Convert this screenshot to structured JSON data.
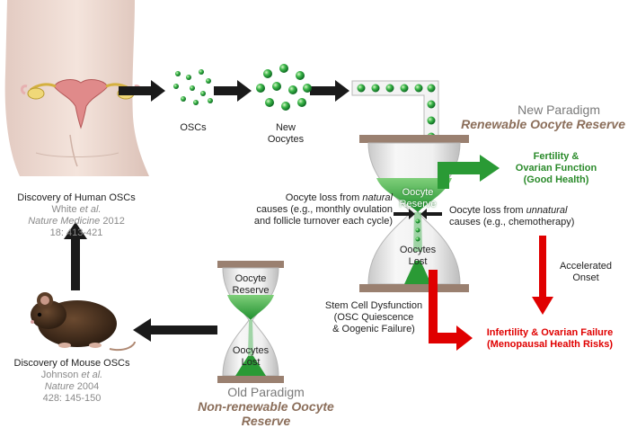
{
  "human": {
    "caption": "Discovery of Human OSCs",
    "authors_a": "White ",
    "authors_b": "et al.",
    "journal": "Nature Medicine",
    "year": " 2012",
    "ref": "18: 413-421"
  },
  "mouse": {
    "caption": "Discovery of Mouse OSCs",
    "authors_a": "Johnson ",
    "authors_b": "et al.",
    "journal": "Nature",
    "year": " 2004",
    "ref": "428: 145-150"
  },
  "flow": {
    "oscs": "OSCs",
    "new": "New",
    "oocytes": "Oocytes"
  },
  "new_paradigm": {
    "title": "New Paradigm",
    "subtitle": "Renewable Oocyte Reserve",
    "reserve_1": "Oocyte",
    "reserve_2": "Reserve",
    "lost_1": "Oocytes",
    "lost_2": "Lost"
  },
  "old_paradigm": {
    "title": "Old Paradigm",
    "subtitle": "Non-renewable Oocyte Reserve",
    "reserve_1": "Oocyte",
    "reserve_2": "Reserve",
    "lost_1": "Oocytes",
    "lost_2": "Lost"
  },
  "fertility": {
    "line1": "Fertility &",
    "line2": "Ovarian Function",
    "line3": "(Good Health)"
  },
  "natural_loss": {
    "line1a": "Oocyte loss from ",
    "line1b": "natural",
    "line2": "causes (e.g., monthly ovulation",
    "line3": "and follicle turnover each cycle)"
  },
  "unnatural_loss": {
    "line1a": "Oocyte loss from ",
    "line1b": "unnatural",
    "line2": "causes (e.g., chemotherapy)"
  },
  "accelerated": {
    "line1": "Accelerated",
    "line2": "Onset"
  },
  "stem_cell": {
    "line1": "Stem Cell Dysfunction",
    "line2": "(OSC Quiescence",
    "line3": "& Oogenic Failure)"
  },
  "infertility": {
    "line1": "Infertility & Ovarian Failure",
    "line2": "(Menopausal Health Risks)"
  },
  "colors": {
    "green": "#2a9a35",
    "red": "#e00000",
    "arrow": "#1a1a1a",
    "brown": "#8b6e5a",
    "cap": "#9a8070"
  }
}
